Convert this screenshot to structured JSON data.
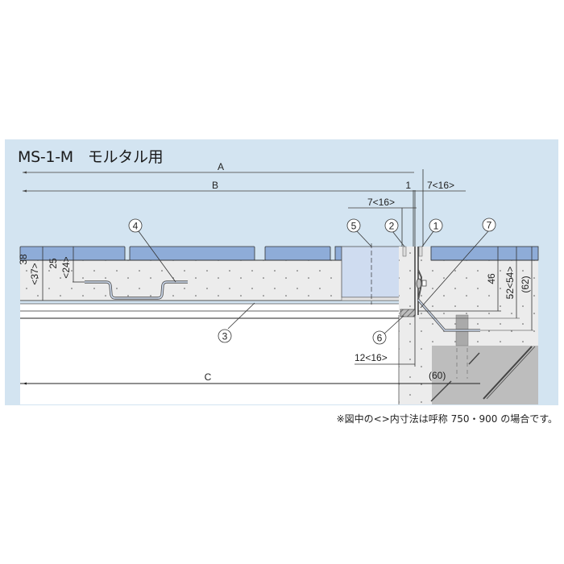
{
  "title": {
    "model_code": "MS-1-M",
    "usage": "モルタル用"
  },
  "dimensions": {
    "A": "A",
    "B": "B",
    "C": "C",
    "gap_1": "1",
    "top_right": "7<16>",
    "top_left": "7<16>",
    "left_38": "38",
    "left_37": "<37>",
    "left_25": "25",
    "left_24": "<24>",
    "right_46": "46",
    "right_52": "52<54>",
    "right_62": "(62)",
    "bottom_12": "12<16>",
    "bottom_60": "(60)"
  },
  "callouts": [
    {
      "id": "1",
      "label": "1"
    },
    {
      "id": "2",
      "label": "2"
    },
    {
      "id": "3",
      "label": "3"
    },
    {
      "id": "4",
      "label": "4"
    },
    {
      "id": "5",
      "label": "5"
    },
    {
      "id": "6",
      "label": "6"
    },
    {
      "id": "7",
      "label": "7"
    }
  ],
  "footnote": "※図中の<>内寸法は呼称 750・900 の場合です。",
  "colors": {
    "panel_bg": "#d3e4f1",
    "tile_blue": "#8eacd8",
    "concrete": "#ececec",
    "box_fill": "#cfdcf0",
    "dark_gray": "#bdbdbd",
    "line": "#333333"
  }
}
